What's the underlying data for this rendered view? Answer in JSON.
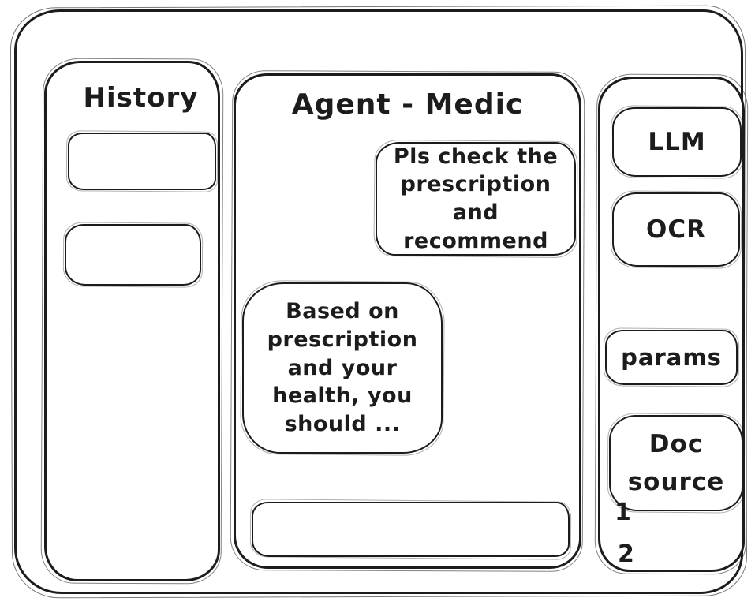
{
  "window": {
    "background": "#ffffff",
    "stroke_color": "#1c1c1c"
  },
  "history": {
    "title": "History",
    "items": [
      {
        "label": ""
      },
      {
        "label": ""
      }
    ]
  },
  "chat": {
    "title": "Agent - Medic",
    "messages": [
      {
        "role": "user",
        "text": "Pls check the prescription and recommend"
      },
      {
        "role": "assistant",
        "text": "Based on prescription and your health, you should ..."
      }
    ],
    "input": {
      "value": "",
      "placeholder": ""
    }
  },
  "tools": {
    "buttons": [
      {
        "label": "LLM"
      },
      {
        "label": "OCR"
      },
      {
        "label": "params"
      },
      {
        "label": "Doc source"
      }
    ],
    "doc_items": [
      {
        "label": "1"
      },
      {
        "label": "2"
      }
    ]
  }
}
